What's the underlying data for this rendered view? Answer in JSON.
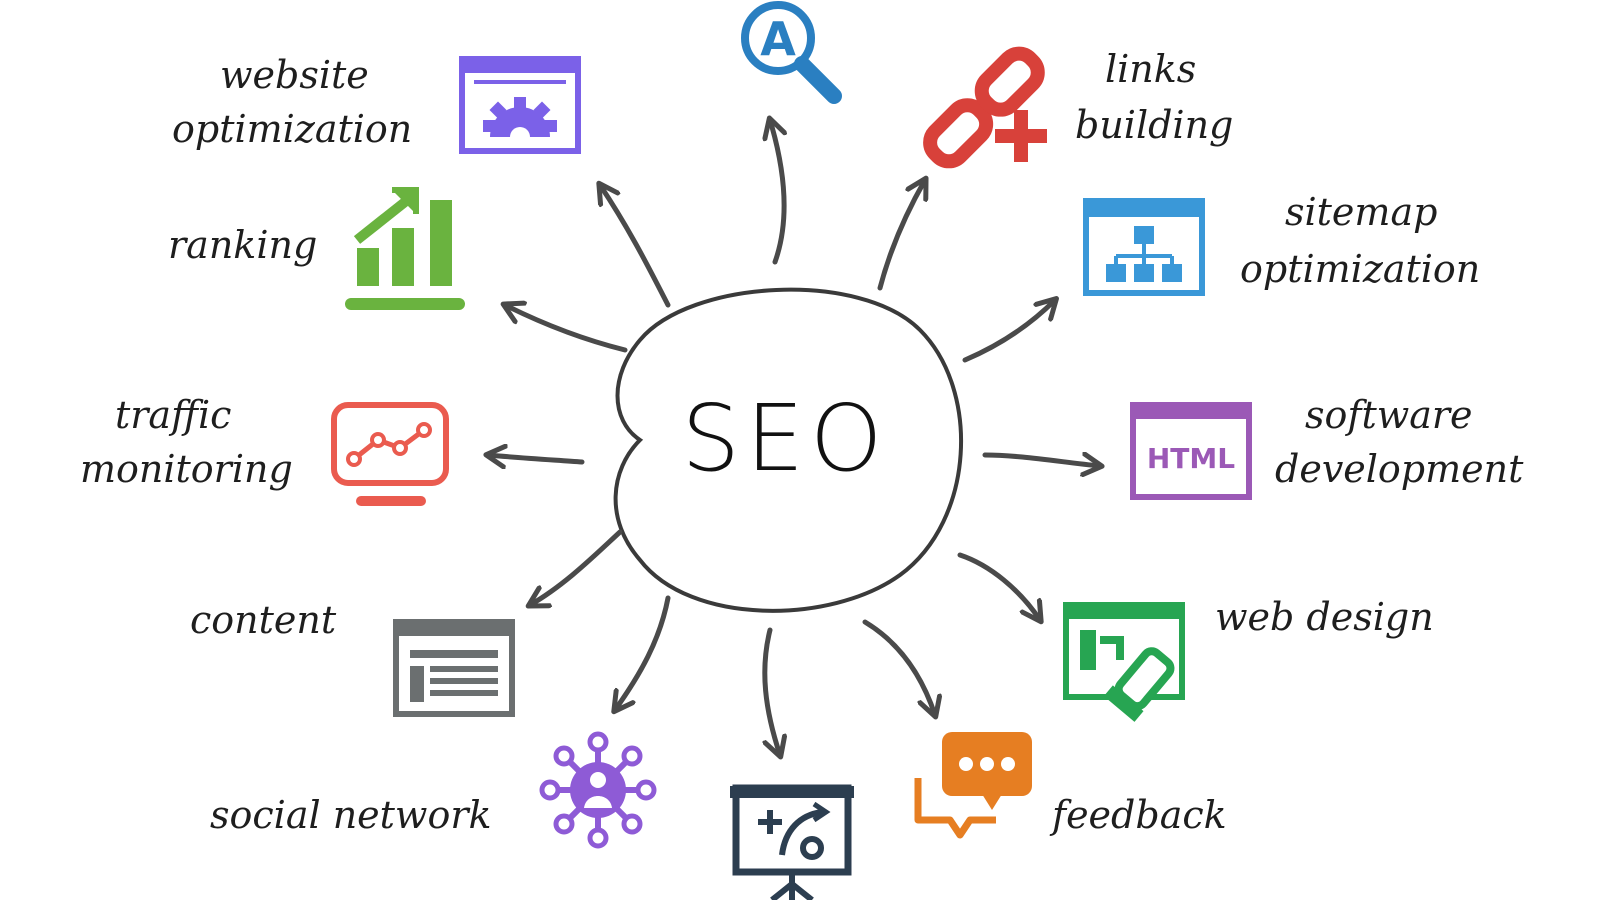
{
  "center": {
    "label": "SEO"
  },
  "nodes": [
    {
      "id": "search",
      "icon": "search-a-icon",
      "color": "#2a7fc1",
      "lines": []
    },
    {
      "id": "links-building",
      "icon": "chain-link-plus-icon",
      "color": "#d8413a",
      "lines": [
        "links",
        "building"
      ]
    },
    {
      "id": "sitemap-optimization",
      "icon": "sitemap-icon",
      "color": "#3a98d8",
      "lines": [
        "sitemap",
        "optimization"
      ]
    },
    {
      "id": "software-development",
      "icon": "html-window-icon",
      "color": "#9b59b6",
      "lines": [
        "software",
        "development"
      ],
      "badge": "HTML"
    },
    {
      "id": "web-design",
      "icon": "web-design-window-icon",
      "color": "#27a552",
      "lines": [
        "web design"
      ]
    },
    {
      "id": "feedback",
      "icon": "chat-bubbles-icon",
      "color": "#e67e22",
      "lines": [
        "feedback"
      ]
    },
    {
      "id": "strategy",
      "icon": "strategy-board-icon",
      "color": "#2c3e50",
      "lines": []
    },
    {
      "id": "social-network",
      "icon": "social-network-icon",
      "color": "#8e5bd6",
      "lines": [
        "social network"
      ]
    },
    {
      "id": "content",
      "icon": "content-window-icon",
      "color": "#6b6f70",
      "lines": [
        "content"
      ]
    },
    {
      "id": "traffic-monitoring",
      "icon": "monitor-chart-icon",
      "color": "#ea5b4f",
      "lines": [
        "traffic",
        "monitoring"
      ]
    },
    {
      "id": "ranking",
      "icon": "bar-chart-up-icon",
      "color": "#6ab33f",
      "lines": [
        "ranking"
      ]
    },
    {
      "id": "website-optimization",
      "icon": "gear-window-icon",
      "color": "#7b61e8",
      "lines": [
        "website",
        "optimization"
      ]
    }
  ]
}
